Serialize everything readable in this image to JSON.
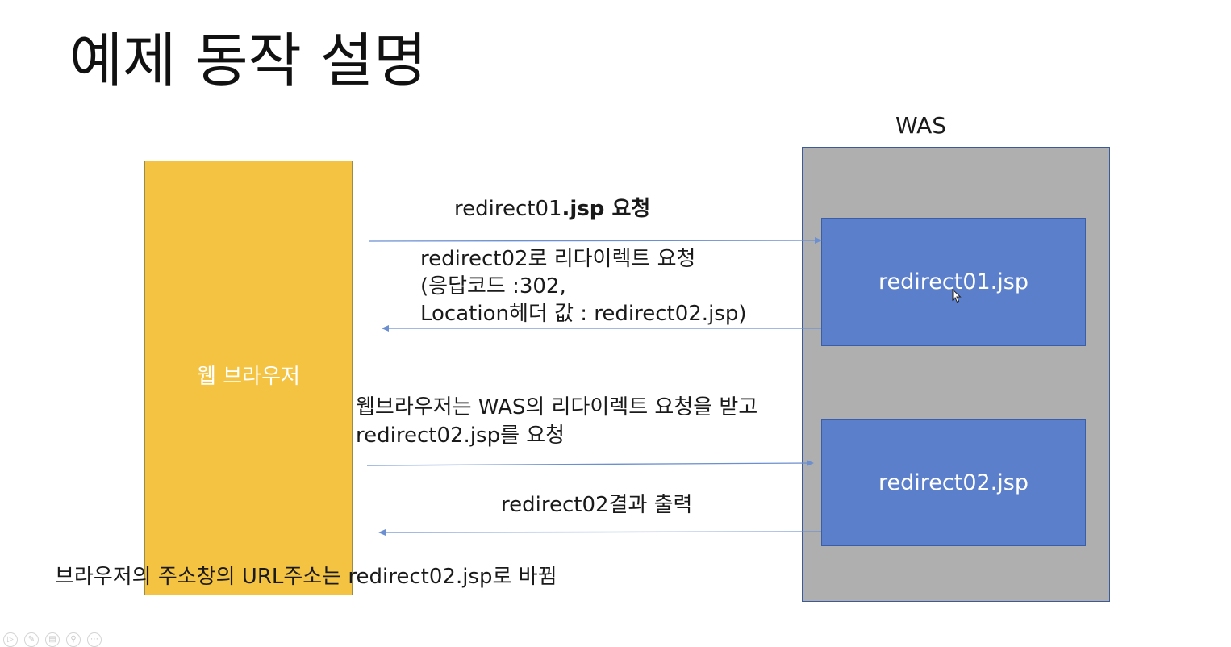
{
  "title": "예제 동작 설명",
  "was": {
    "label": "WAS",
    "jsp1": "redirect01.jsp",
    "jsp2": "redirect02.jsp"
  },
  "browser": {
    "label": "웹 브라우저"
  },
  "messages": {
    "request1_prefix": "redirect01",
    "request1_bold": ".jsp",
    "request1_suffix": " 요청",
    "redirect_line1": "redirect02로 리다이렉트 요청",
    "redirect_line2": "(응답코드 :302,",
    "redirect_line3": "Location헤더 값 : redirect02.jsp)",
    "browser_note_line1": "웹브라우저는 WAS의 리다이렉트 요청을 받고",
    "browser_note_line2": "redirect02.jsp를 요청",
    "result": "redirect02결과 출력",
    "address_bar_note": "브라우저의 주소창의 URL주소는 redirect02.jsp로 바뀜"
  },
  "colors": {
    "browser": "#f4c342",
    "was": "#afafaf",
    "jsp": "#5b7fcb",
    "arrow": "#6b8fd0"
  },
  "toolbar": {
    "icons": [
      "play-icon",
      "pen-icon",
      "slides-icon",
      "zoom-icon",
      "more-icon"
    ],
    "glyphs": [
      "▷",
      "✎",
      "▤",
      "⚲",
      "⋯"
    ]
  }
}
